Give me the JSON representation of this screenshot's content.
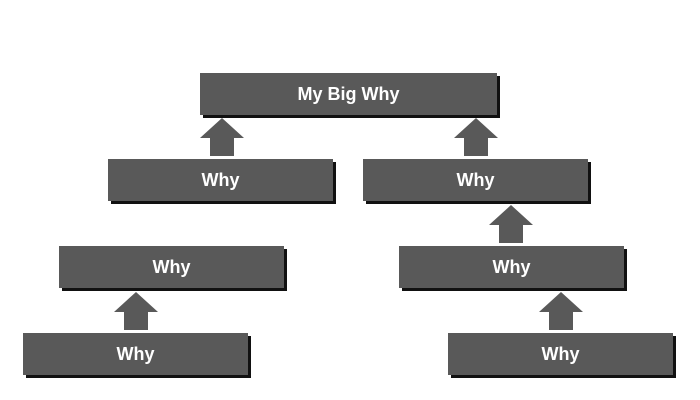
{
  "diagram": {
    "colors": {
      "box_fill": "#595959",
      "box_text": "#ffffff",
      "box_shadow": "#111111",
      "arrow_fill": "#595959",
      "background": "#ffffff"
    },
    "root": {
      "label": "My Big Why"
    },
    "level1": [
      {
        "label": "Why"
      },
      {
        "label": "Why"
      }
    ],
    "level2": [
      {
        "label": "Why"
      },
      {
        "label": "Why"
      }
    ],
    "level3": [
      {
        "label": "Why"
      },
      {
        "label": "Why"
      }
    ],
    "arrow_icon": "up-arrow-icon"
  }
}
